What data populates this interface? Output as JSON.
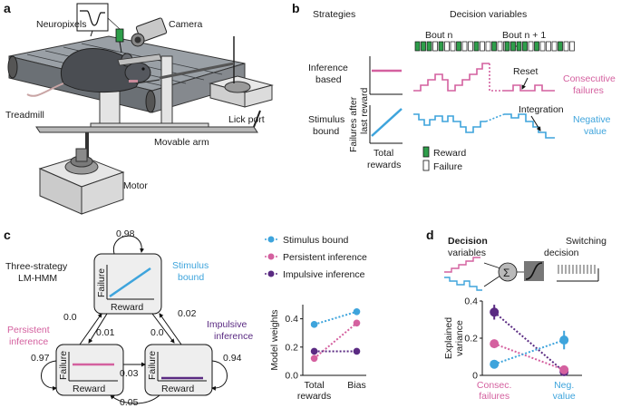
{
  "panel_a": {
    "letter": "a",
    "labels": {
      "neuropixels": "Neuropixels",
      "camera": "Camera",
      "treadmill": "Treadmill",
      "lick_port": "Lick port",
      "movable_arm": "Movable arm",
      "motor": "Motor"
    }
  },
  "panel_b": {
    "letter": "b",
    "strategies_title": "Strategies",
    "decision_title": "Decision variables",
    "bout_n": "Bout n",
    "bout_n1": "Bout n + 1",
    "inference_based": [
      "Inference",
      "based"
    ],
    "stimulus_bound": [
      "Stimulus",
      "bound"
    ],
    "y_axis": [
      "Failures after",
      "last reward"
    ],
    "x_axis": [
      "Total",
      "rewards"
    ],
    "reset": "Reset",
    "integration": "Integration",
    "consecutive_failures": [
      "Consecutive",
      "failures"
    ],
    "negative_value": [
      "Negative",
      "value"
    ],
    "legend_reward": "Reward",
    "legend_failure": "Failure",
    "colors": {
      "pink": "#d4609f",
      "blue": "#3ea4dc",
      "purple": "#5a2a82",
      "green": "#2e9e4a"
    }
  },
  "panel_c": {
    "letter": "c",
    "model_title": [
      "Three-strategy",
      "LM-HMM"
    ],
    "state_stimulus": [
      "Stimulus",
      "bound"
    ],
    "state_persistent": [
      "Persistent",
      "inference"
    ],
    "state_impulsive": [
      "Impulsive",
      "inference"
    ],
    "box_y": "Failure",
    "box_x": "Reward",
    "transitions": {
      "top_self": "0.98",
      "left_self": "0.97",
      "right_self": "0.94",
      "top_to_left": "0.0",
      "left_to_top": "0.01",
      "top_to_right": "0.02",
      "right_to_top": "0.0",
      "left_to_right": "0.03",
      "right_to_left": "0.05"
    },
    "legend": [
      "Stimulus bound",
      "Persistent inference",
      "Impulsive inference"
    ]
  },
  "chart_data": [
    {
      "type": "line",
      "categories": [
        "Total rewards",
        "Bias"
      ],
      "ylabel": "Model weights",
      "ylim": [
        0,
        0.5
      ],
      "yticks": [
        "0.0",
        "0.2",
        "0.4"
      ],
      "series": [
        {
          "name": "Stimulus bound",
          "color": "#3ea4dc",
          "values": [
            0.36,
            0.45
          ]
        },
        {
          "name": "Persistent inference",
          "color": "#d4609f",
          "values": [
            0.12,
            0.37
          ]
        },
        {
          "name": "Impulsive inference",
          "color": "#5a2a82",
          "values": [
            0.17,
            0.17
          ]
        }
      ]
    },
    {
      "type": "line",
      "categories": [
        "Consec. failures",
        "Neg. value"
      ],
      "ylabel": "Explained variance",
      "ylim": [
        0,
        0.4
      ],
      "yticks": [
        "0",
        "0.2",
        "0.4"
      ],
      "series": [
        {
          "name": "",
          "color": "#5a2a82",
          "values": [
            0.34,
            0.02
          ],
          "err": [
            0.04,
            0.02
          ]
        },
        {
          "name": "",
          "color": "#d4609f",
          "values": [
            0.17,
            0.03
          ],
          "err": [
            0.01,
            0.01
          ]
        },
        {
          "name": "",
          "color": "#3ea4dc",
          "values": [
            0.06,
            0.19
          ],
          "err": [
            0.01,
            0.05
          ]
        }
      ]
    }
  ],
  "panel_d": {
    "letter": "d",
    "decision": "Decision",
    "variables": "variables",
    "switching": [
      "Switching",
      "decision"
    ],
    "sigma": "Σ",
    "xlabels": [
      [
        "Consec.",
        "failures"
      ],
      [
        "Neg.",
        "value"
      ]
    ]
  }
}
